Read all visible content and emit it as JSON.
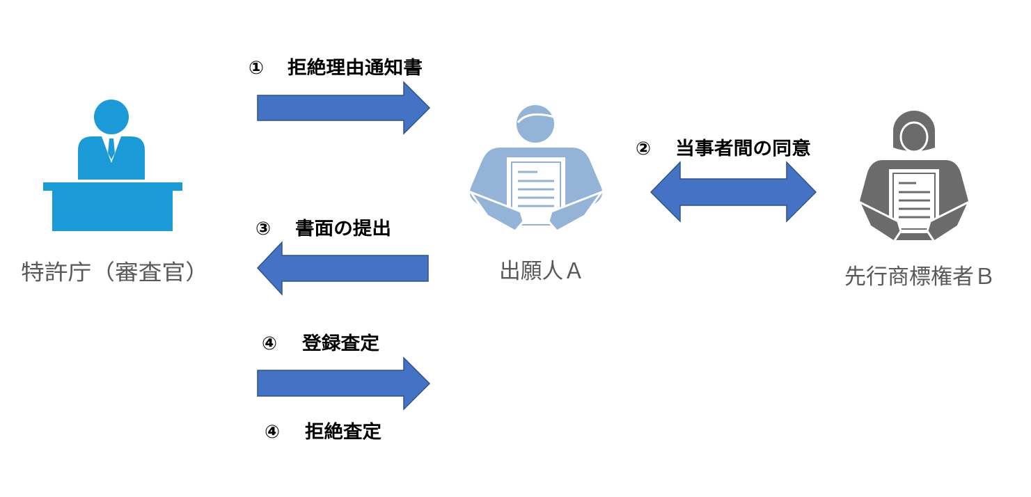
{
  "actors": {
    "examiner": {
      "label": "特許庁（審査官）",
      "color": "#1A9BD7",
      "icon": "examiner-at-desk-icon"
    },
    "applicant": {
      "label": "出願人Ａ",
      "color": "#93B3D7",
      "icon": "person-with-document-icon"
    },
    "prior_holder": {
      "label": "先行商標権者Ｂ",
      "color": "#6B6B6B",
      "icon": "woman-with-document-icon"
    }
  },
  "arrow_color": "#4472C4",
  "steps": [
    {
      "num": "①",
      "text": "拒絶理由通知書"
    },
    {
      "num": "②",
      "text": "当事者間の同意"
    },
    {
      "num": "③",
      "text": "書面の提出"
    },
    {
      "num": "④",
      "text": "登録査定"
    },
    {
      "num": "④",
      "text": "拒絶査定"
    }
  ]
}
